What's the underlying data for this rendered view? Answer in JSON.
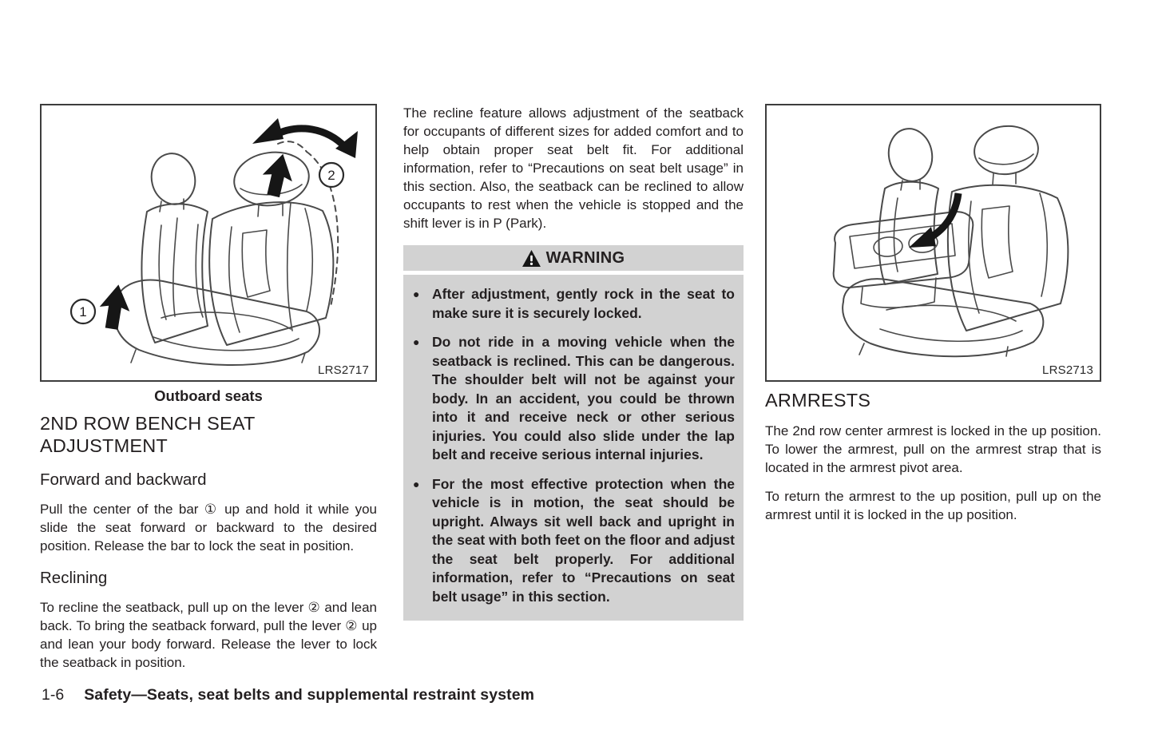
{
  "colors": {
    "warning_bg": "#d2d2d2",
    "ink": "#231f20"
  },
  "icons": {
    "warning_triangle": "⚠",
    "callout_circle": "circled-number"
  },
  "left_column": {
    "figure": {
      "code": "LRS2717",
      "caption": "Outboard seats",
      "callout_1": "1",
      "callout_2": "2"
    },
    "heading": "2ND ROW BENCH SEAT ADJUSTMENT",
    "forward_heading": "Forward and backward",
    "forward_para": "Pull the center of the bar ① up and hold it while you slide the seat forward or backward to the desired position. Release the bar to lock the seat in position.",
    "reclining_heading": "Reclining",
    "reclining_para": "To recline the seatback, pull up on the lever ② and lean back. To bring the seatback forward, pull the lever ② up and lean your body forward. Release the lever to lock the seatback in position."
  },
  "middle_column": {
    "intro_para": "The recline feature allows adjustment of the seatback for occupants of different sizes for added comfort and to help obtain proper seat belt fit. For additional information, refer to “Precautions on seat belt usage” in this section. Also, the seatback can be reclined to allow occupants to rest when the vehicle is stopped and the shift lever is in P (Park).",
    "warning": {
      "title": "WARNING",
      "bullets": [
        "After adjustment, gently rock in the seat to make sure it is securely locked.",
        "Do not ride in a moving vehicle when the seatback is reclined. This can be dangerous. The shoulder belt will not be against your body. In an accident, you could be thrown into it and receive neck or other serious injuries. You could also slide under the lap belt and receive serious internal injuries.",
        "For the most effective protection when the vehicle is in motion, the seat should be upright. Always sit well back and upright in the seat with both feet on the floor and adjust the seat belt properly. For additional information, refer to “Precautions on seat belt usage” in this section."
      ]
    }
  },
  "right_column": {
    "figure": {
      "code": "LRS2713"
    },
    "heading": "ARMRESTS",
    "para1": "The 2nd row center armrest is locked in the up position. To lower the armrest, pull on the armrest strap that is located in the armrest pivot area.",
    "para2": "To return the armrest to the up position, pull up on the armrest until it is locked in the up position."
  },
  "footer": {
    "page_number": "1-6",
    "section_title": "Safety—Seats, seat belts and supplemental restraint system"
  }
}
